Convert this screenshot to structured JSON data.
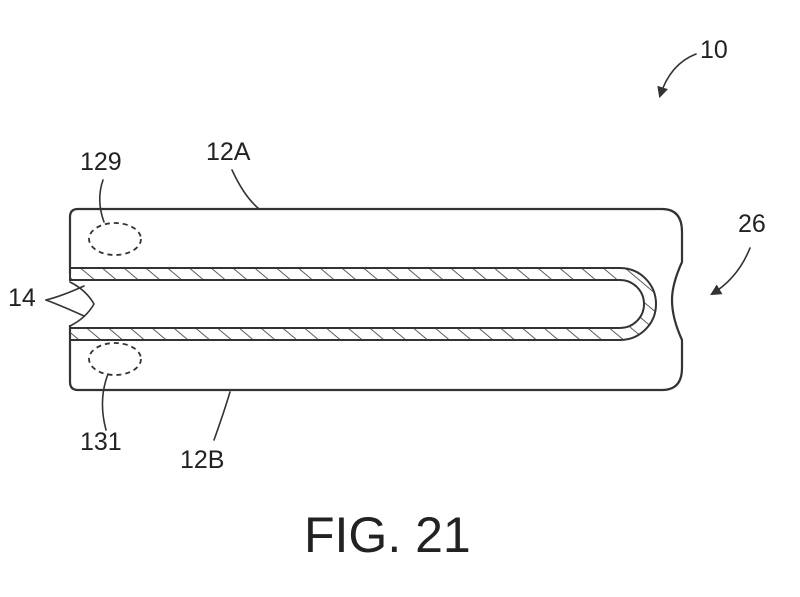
{
  "figure": {
    "caption": "FIG. 21",
    "labels": {
      "device": "10",
      "upper_housing": "12A",
      "lower_housing": "12B",
      "gap": "14",
      "hinge": "26",
      "upper_component": "129",
      "lower_component": "131"
    }
  }
}
